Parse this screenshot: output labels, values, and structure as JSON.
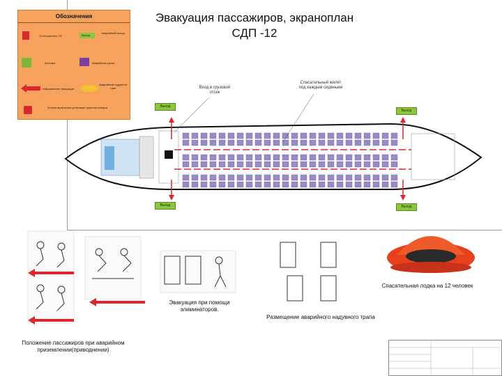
{
  "title": {
    "line1": "Эвакуация пассажиров, экраноплан",
    "line2": "СДП -12"
  },
  "legend": {
    "heading": "Обозначения",
    "items": [
      {
        "label": "Огнетушитель ОУ",
        "icon": "fire-extinguisher-icon",
        "color": "#d9292f"
      },
      {
        "label": "Выход",
        "icon": "exit-sign-icon",
        "color": "#8cc63f"
      },
      {
        "label": "Аварийный выход",
        "icon": "emergency-exit-text",
        "color": ""
      },
      {
        "label": "Аптечка",
        "icon": "first-aid-icon",
        "color": "#7ab63a"
      },
      {
        "label": "Аварийные ручки",
        "icon": "handles-icon",
        "color": "#7b3fa0"
      },
      {
        "label": "Направление эвакуации",
        "icon": "evacuation-arrow-icon",
        "color": "#d9292f"
      },
      {
        "label": "Аварийный надувной трап",
        "icon": "slide-icon",
        "color": "#f2c230"
      },
      {
        "label": "Кнопка включения установки тушения пожара",
        "icon": "fire-button-icon",
        "color": "#d9292f"
      }
    ]
  },
  "annotations": {
    "cargo_entry": "Вход в грузовой отсек",
    "life_vest": "Спасательный жилет под каждым сиденьем",
    "exit_label": "Выход"
  },
  "captions": {
    "raft": "Спасательная лодка на 12 человек",
    "eliminators": "Эвакуация при помощи элиминаторов.",
    "slide": "Размещение аварийного надувного трапа",
    "positions": "Положение пассажиров при аварийном приземлении(приводнении)"
  },
  "colors": {
    "legend_bg": "#f6a25c",
    "seat": "#9b8ac4",
    "arrow": "#d9292f",
    "exit": "#8cc63f",
    "raft": "#e8401c"
  }
}
